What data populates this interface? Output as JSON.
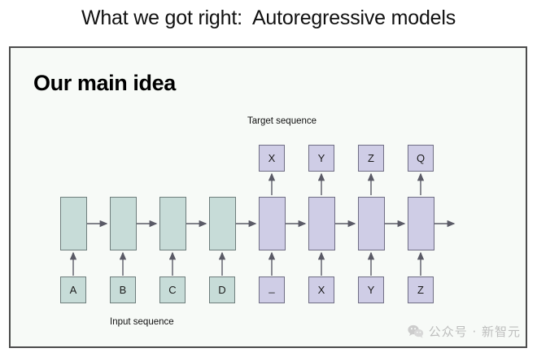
{
  "slide": {
    "title": "What we got right:  Autoregressive models",
    "heading": "Our main idea"
  },
  "diagram": {
    "target_label": "Target sequence",
    "input_label": "Input sequence",
    "colors": {
      "encoder_fill": "#c7dcd8",
      "decoder_fill": "#cfcde6",
      "border": "#6b6b78",
      "frame_border": "#4c4c4c",
      "canvas_bg": "#f7faf7"
    },
    "target_boxes": [
      {
        "label": "X",
        "tone": "lavender"
      },
      {
        "label": "Y",
        "tone": "lavender"
      },
      {
        "label": "Z",
        "tone": "lavender"
      },
      {
        "label": "Q",
        "tone": "lavender"
      }
    ],
    "hidden_cells": [
      {
        "label": "",
        "tone": "teal"
      },
      {
        "label": "",
        "tone": "teal"
      },
      {
        "label": "",
        "tone": "teal"
      },
      {
        "label": "",
        "tone": "teal"
      },
      {
        "label": "",
        "tone": "lavender"
      },
      {
        "label": "",
        "tone": "lavender"
      },
      {
        "label": "",
        "tone": "lavender"
      },
      {
        "label": "",
        "tone": "lavender"
      }
    ],
    "input_boxes": [
      {
        "label": "A",
        "tone": "teal"
      },
      {
        "label": "B",
        "tone": "teal"
      },
      {
        "label": "C",
        "tone": "teal"
      },
      {
        "label": "D",
        "tone": "teal"
      },
      {
        "label": "_",
        "tone": "lavender"
      },
      {
        "label": "X",
        "tone": "lavender"
      },
      {
        "label": "Y",
        "tone": "lavender"
      },
      {
        "label": "Z",
        "tone": "lavender"
      }
    ]
  },
  "watermark": {
    "text": "公众号 · 新智元",
    "icon": "wechat-icon",
    "color": "#b9b9b9"
  }
}
